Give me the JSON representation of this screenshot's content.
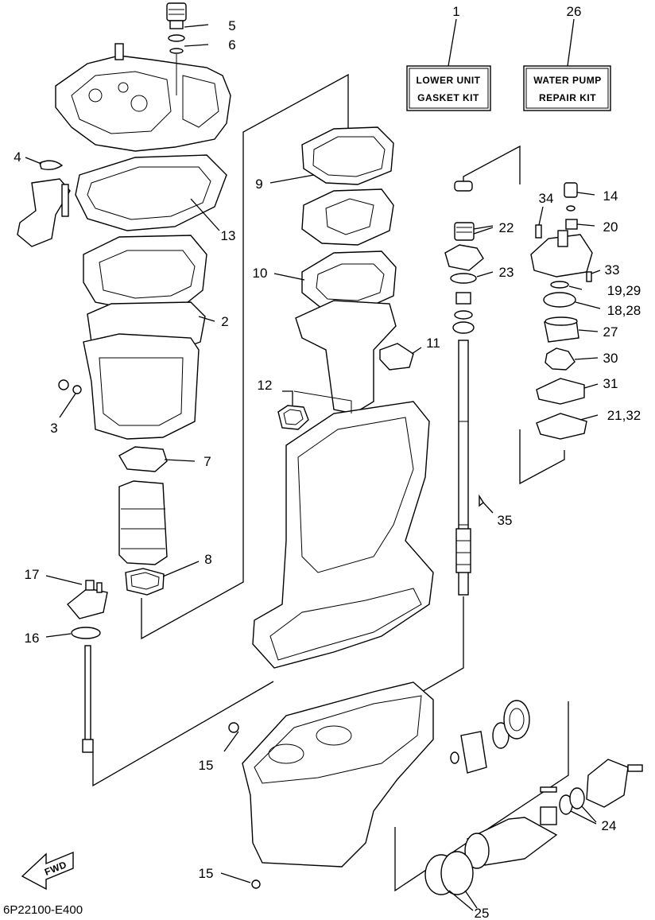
{
  "kits": {
    "lower_unit": {
      "number": "1",
      "line1": "LOWER UNIT",
      "line2": "GASKET KIT"
    },
    "water_pump": {
      "number": "26",
      "line1": "WATER PUMP",
      "line2": "REPAIR KIT"
    }
  },
  "callouts": {
    "c2": "2",
    "c3": "3",
    "c4": "4",
    "c5": "5",
    "c6": "6",
    "c7": "7",
    "c8": "8",
    "c9": "9",
    "c10": "10",
    "c11": "11",
    "c12": "12",
    "c13": "13",
    "c14": "14",
    "c15a": "15",
    "c15b": "15",
    "c16": "16",
    "c17": "17",
    "c1828": "18,28",
    "c1929": "19,29",
    "c20": "20",
    "c2132": "21,32",
    "c22": "22",
    "c23": "23",
    "c24": "24",
    "c25": "25",
    "c27": "27",
    "c30": "30",
    "c31": "31",
    "c33": "33",
    "c34": "34",
    "c35": "35"
  },
  "fwd_label": "FWD",
  "diagram_code": "6P22100-E400"
}
